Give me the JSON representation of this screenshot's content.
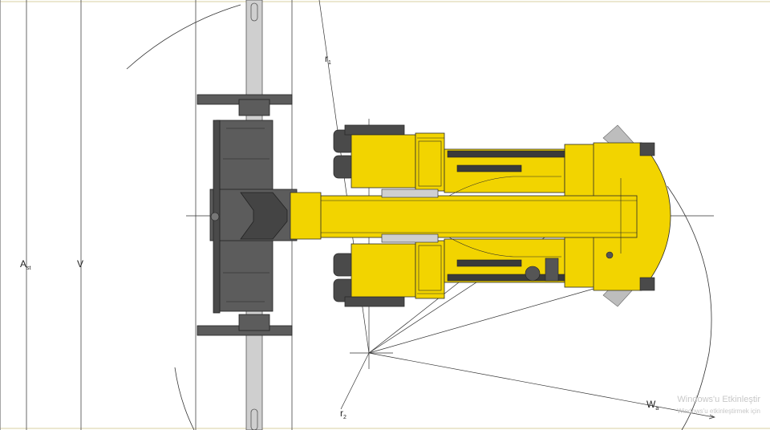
{
  "labels": {
    "a_st_main": "A",
    "a_st_sub": "st",
    "v": "V",
    "r1_main": "r",
    "r1_sub": "1",
    "r2_main": "r",
    "r2_sub": "2",
    "wa_main": "W",
    "wa_sub": "a"
  },
  "watermark": {
    "title": "Windows'u Etkinleştir",
    "subtitle": "Windows'u etkinleştirmek için"
  },
  "colors": {
    "machine_yellow": "#f2d400",
    "machine_dark": "#5a5a5a",
    "lines": "#333333",
    "guide_grey": "#cfcfcf"
  }
}
